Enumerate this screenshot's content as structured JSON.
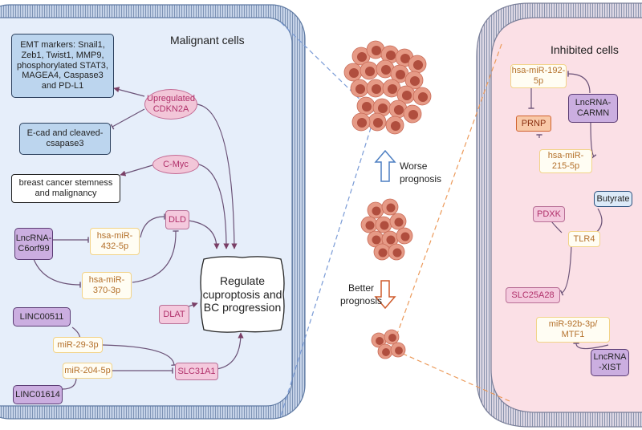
{
  "left_panel": {
    "title": "Malignant cells",
    "emt_markers": "EMT markers: Snail1, Zeb1, Twist1, MMP9, phosphorylated STAT3, MAGEA4, Caspase3 and PD-L1",
    "cdkn2a": "Upregulated CDKN2A",
    "ecad": "E-cad and cleaved-csapase3",
    "cmyc": "C-Myc",
    "stemness": "breast cancer stemness and malignancy",
    "lnc_c6orf99": "LncRNA-C6orf99",
    "mir432": "hsa-miR-432-5p",
    "mir370": "hsa-miR-370-3p",
    "dld": "DLD",
    "dlat": "DLAT",
    "regulate": "Regulate cuproptosis and BC progression",
    "linc00511": "LINC00511",
    "mir29": "miR-29-3p",
    "mir204": "miR-204-5p",
    "linc01614": "LINC01614",
    "slc31a1": "SLC31A1"
  },
  "center": {
    "worse": "Worse prognosis",
    "better": "Better prognosis"
  },
  "right_panel": {
    "title": "Inhibited cells",
    "mir192": "hsa-miR-192-5p",
    "carmn": "LncRNA-CARMN",
    "prnp": "PRNP",
    "mir215": "hsa-miR-215-5p",
    "butyrate": "Butyrate",
    "pdxk": "PDXK",
    "tlr4": "TLR4",
    "slc25a28": "SLC25A28",
    "mir92b": "miR-92b-3p/ MTF1",
    "xist": "LncRNA -XIST"
  },
  "colors": {
    "membrane": "#7d93b5",
    "left_fill": "#e6eefa",
    "right_fill": "#fbe0e6",
    "tumor_cell": "#e69a86",
    "nucleus": "#b04e3e",
    "worse_arrow": "#4d7fc2",
    "better_arrow": "#cf5a2a"
  }
}
